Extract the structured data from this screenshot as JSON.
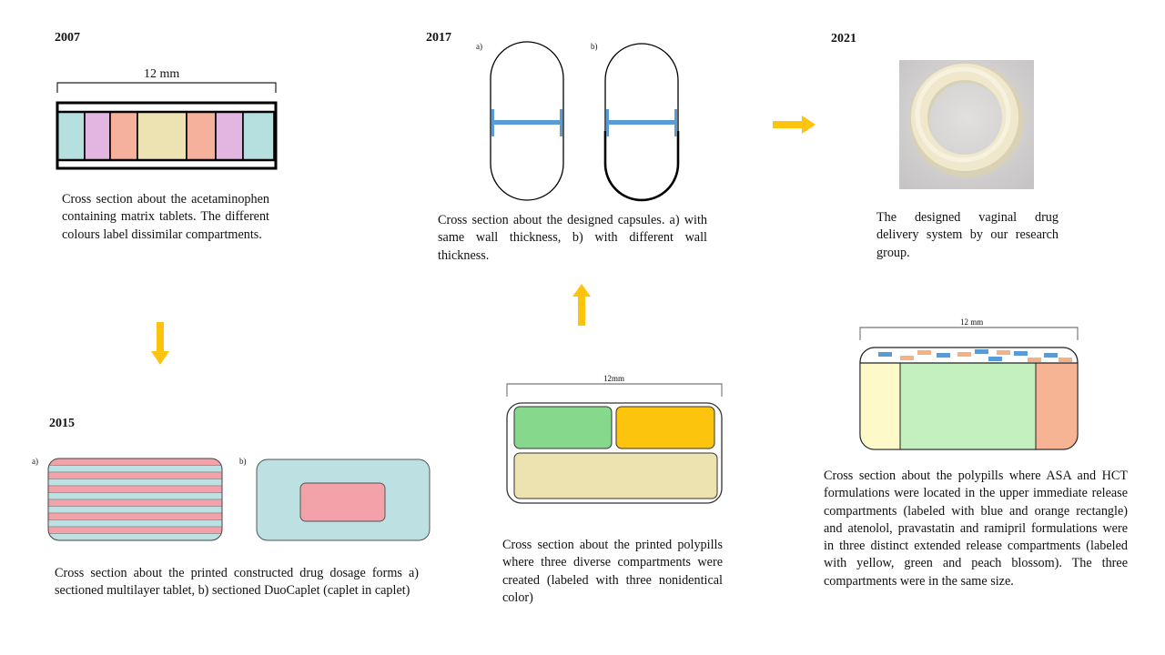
{
  "panels": {
    "p2007": {
      "year": "2007",
      "scale_label": "12 mm",
      "caption": "Cross section about the acetaminophen containing matrix tablets. The different colours label dissimilar compartments.",
      "colors": [
        "#b6dfe0",
        "#e2b6e0",
        "#f6b19d",
        "#ede3b2",
        "#f6b19d",
        "#e2b6e0",
        "#b6dfe0"
      ]
    },
    "p2017": {
      "year": "2017",
      "label_a": "a)",
      "label_b": "b)",
      "caption": "Cross section about the designed capsules. a) with same wall thickness, b) with different  wall thickness.",
      "bar_color": "#5b9bd5"
    },
    "p2021": {
      "year": "2021",
      "caption": "The designed vaginal drug delivery system by our research group.",
      "photo_bg": "#cfcdcd",
      "ring_color": "#efe6c8"
    },
    "p2015": {
      "year": "2015",
      "label_a": "a)",
      "label_b": "b)",
      "caption": "Cross section about the printed constructed drug dosage forms a) sectioned multilayer tablet, b) sectioned DuoCaplet (caplet in caplet)",
      "stripe_pink": "#f4a2a9",
      "stripe_blue": "#bde0e3"
    },
    "p_polypill3": {
      "scale_label": "12mm",
      "caption": "Cross section about the printed polypills where three diverse compartments were created (labeled with three nonidentical color)",
      "colors": [
        "#86d88c",
        "#fcc40c",
        "#ede3b0"
      ]
    },
    "p_polypill5": {
      "scale_label": "12 mm",
      "caption": "Cross section about the polypills where ASA and HCT formulations were located in the upper immediate release compartments (labeled with blue and orange rectangle) and atenolol, pravastatin and ramipril formulations were in three distinct extended release compartments (labeled with yellow, green and peach blossom). The three compartments were in the same size.",
      "colors": [
        "#fdf9c9",
        "#c4f0c0",
        "#f7b494"
      ],
      "dash_blue": "#5b9bd5",
      "dash_orange": "#f4b183"
    }
  },
  "arrow_color": "#fcc40c"
}
